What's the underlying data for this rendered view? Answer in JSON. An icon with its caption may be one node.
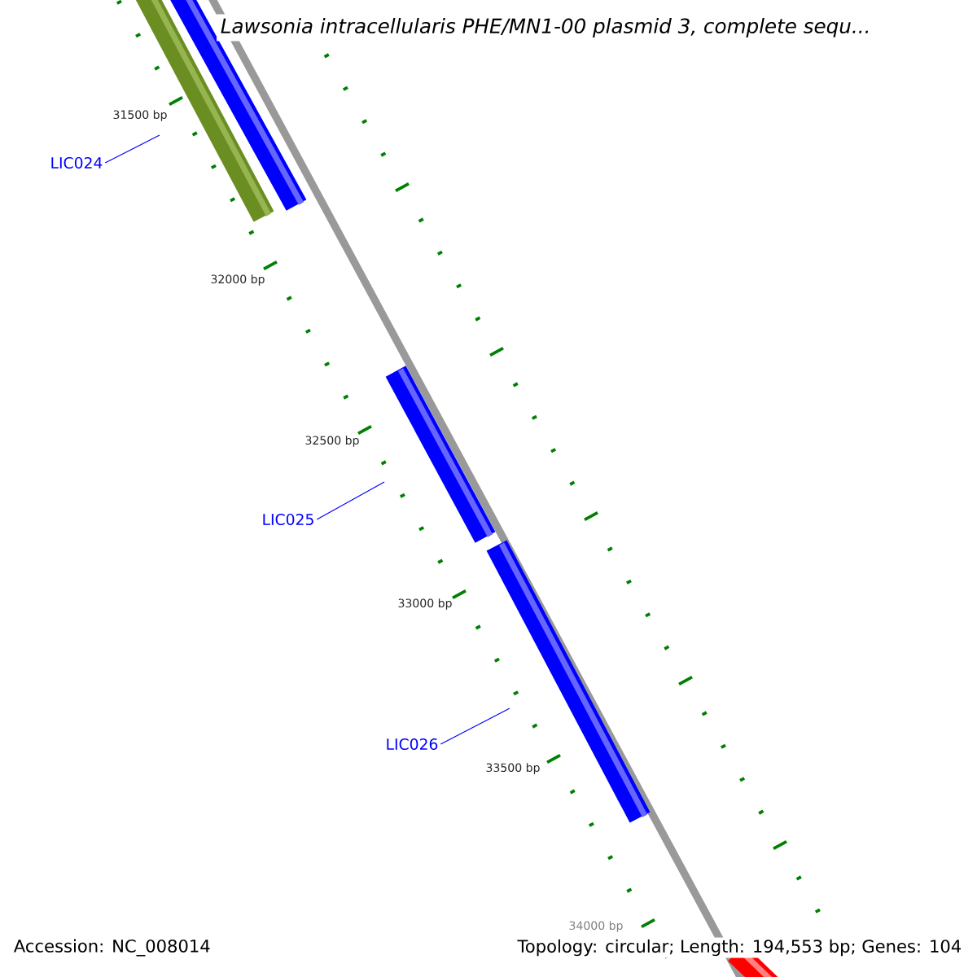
{
  "diagram": {
    "title": "Lawsonia intracellularis PHE/MN1-00 plasmid 3, complete sequ...",
    "nodes": [
      {
        "text": [
          "LIC024"
        ]
      },
      {
        "text": [
          "LIC025"
        ]
      },
      {
        "text": [
          "LIC026"
        ]
      }
    ],
    "edges": [
      {
        "from": 0,
        "to": null,
        "arrow": "none"
      },
      {
        "from": 1,
        "to": null,
        "arrow": "none"
      },
      {
        "from": 2,
        "to": null,
        "arrow": "none"
      }
    ],
    "labels": [
      "31500 bp",
      "32000 bp",
      "32500 bp",
      "33000 bp",
      "33500 bp",
      "34000 bp",
      "Accession: NC_008014",
      "Topology: circular; Length: 194,553 bp; Genes: 104"
    ]
  }
}
